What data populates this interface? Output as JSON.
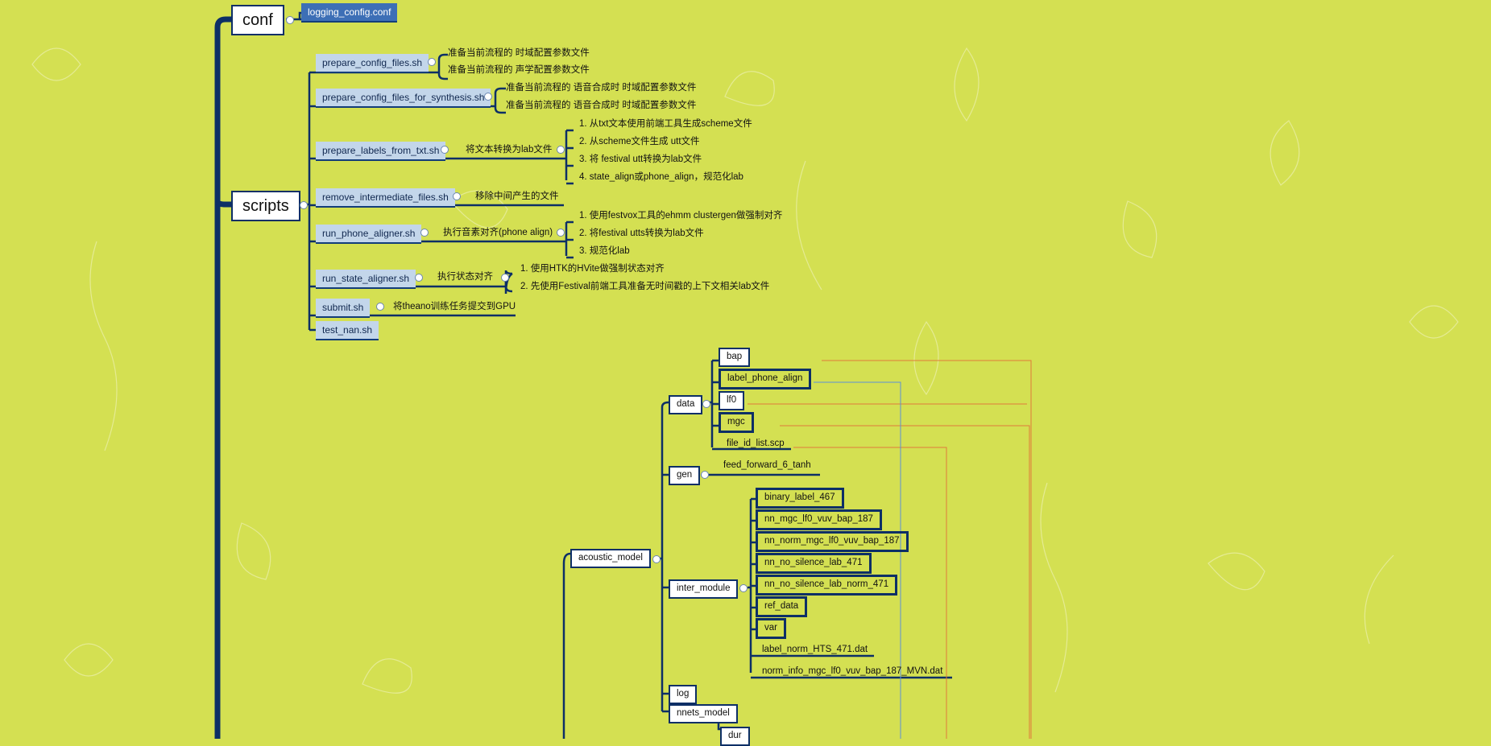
{
  "colors": {
    "background": "#d4e052",
    "connector": "#0d2f66",
    "selected_node": "#3d6fb6",
    "secondary_node": "#c3d6ea",
    "relation_orange": "#e07a3a",
    "relation_blue": "#5b8fd8"
  },
  "mindmap": {
    "conf": {
      "label": "conf",
      "children": [
        "logging_config.conf"
      ]
    },
    "scripts": {
      "label": "scripts",
      "children": [
        {
          "label": "prepare_config_files.sh",
          "notes": [
            "准备当前流程的 时域配置参数文件",
            "准备当前流程的 声学配置参数文件"
          ]
        },
        {
          "label": "prepare_config_files_for_synthesis.sh",
          "notes": [
            "准备当前流程的 语音合成时 时域配置参数文件",
            "准备当前流程的 语音合成时 时域配置参数文件"
          ]
        },
        {
          "label": "prepare_labels_from_txt.sh",
          "note": "将文本转换为lab文件",
          "steps": [
            "1. 从txt文本使用前端工具生成scheme文件",
            "2. 从scheme文件生成 utt文件",
            "3. 将 festival utt转换为lab文件",
            "4. state_align或phone_align，规范化lab"
          ]
        },
        {
          "label": "remove_intermediate_files.sh",
          "note": "移除中间产生的文件"
        },
        {
          "label": "run_phone_aligner.sh",
          "note": "执行音素对齐(phone align)",
          "steps": [
            "1. 使用festvox工具的ehmm clustergen做强制对齐",
            "2. 将festival utts转换为lab文件",
            "3. 规范化lab"
          ]
        },
        {
          "label": "run_state_aligner.sh",
          "note": "执行状态对齐",
          "steps": [
            "1. 使用HTK的HVite做强制状态对齐",
            "2. 先使用Festival前端工具准备无时间戳的上下文相关lab文件"
          ]
        },
        {
          "label": "submit.sh",
          "note": "将theano训练任务提交到GPU"
        },
        {
          "label": "test_nan.sh"
        }
      ]
    },
    "acoustic_model": {
      "label": "acoustic_model",
      "data": {
        "label": "data",
        "children": [
          "bap",
          "label_phone_align",
          "lf0",
          "mgc",
          "file_id_list.scp"
        ]
      },
      "gen": {
        "label": "gen",
        "children": [
          "feed_forward_6_tanh"
        ]
      },
      "inter_module": {
        "label": "inter_module",
        "children": [
          "binary_label_467",
          "nn_mgc_lf0_vuv_bap_187",
          "nn_norm_mgc_lf0_vuv_bap_187",
          "nn_no_silence_lab_471",
          "nn_no_silence_lab_norm_471",
          "ref_data",
          "var",
          "label_norm_HTS_471.dat",
          "norm_info_mgc_lf0_vuv_bap_187_MVN.dat"
        ]
      },
      "log": {
        "label": "log"
      },
      "nnets_model": {
        "label": "nnets_model",
        "children": [
          "dur"
        ]
      }
    }
  }
}
